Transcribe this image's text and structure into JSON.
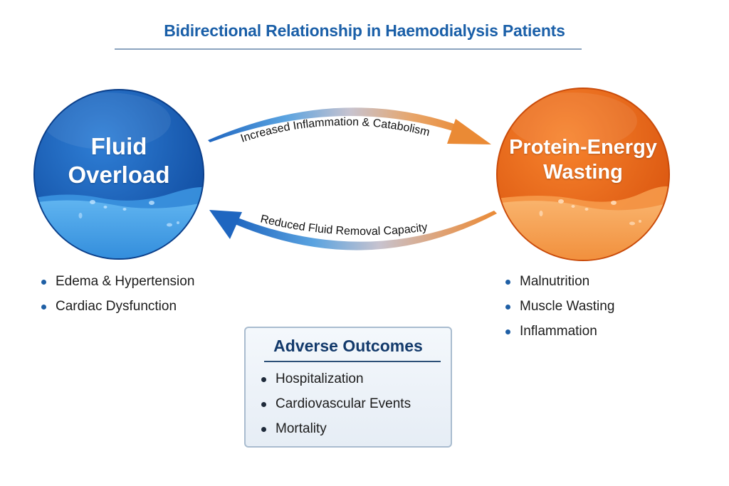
{
  "title": "Bidirectional Relationship in Haemodialysis Patients",
  "colors": {
    "title": "#1a5fa8",
    "fluid_circle": "#1f64bf",
    "wasting_circle": "#ec6a1c",
    "arrow_blue": "#1f66c0",
    "arrow_orange": "#e98a3a",
    "box_border": "#a9bccf",
    "box_title": "#133a6b"
  },
  "left_node": {
    "line1": "Fluid",
    "line2": "Overload",
    "bullets": [
      "Edema & Hypertension",
      "Cardiac Dysfunction"
    ]
  },
  "right_node": {
    "line1": "Protein-Energy",
    "line2": "Wasting",
    "bullets": [
      "Malnutrition",
      "Muscle Wasting",
      "Inflammation"
    ]
  },
  "arrows": {
    "top": {
      "label": "Increased Inflammation & Catabolism",
      "direction": "left-to-right"
    },
    "bottom": {
      "label": "Reduced Fluid Removal Capacity",
      "direction": "right-to-left"
    }
  },
  "outcomes": {
    "title": "Adverse Outcomes",
    "items": [
      "Hospitalization",
      "Cardiovascular Events",
      "Mortality"
    ]
  }
}
